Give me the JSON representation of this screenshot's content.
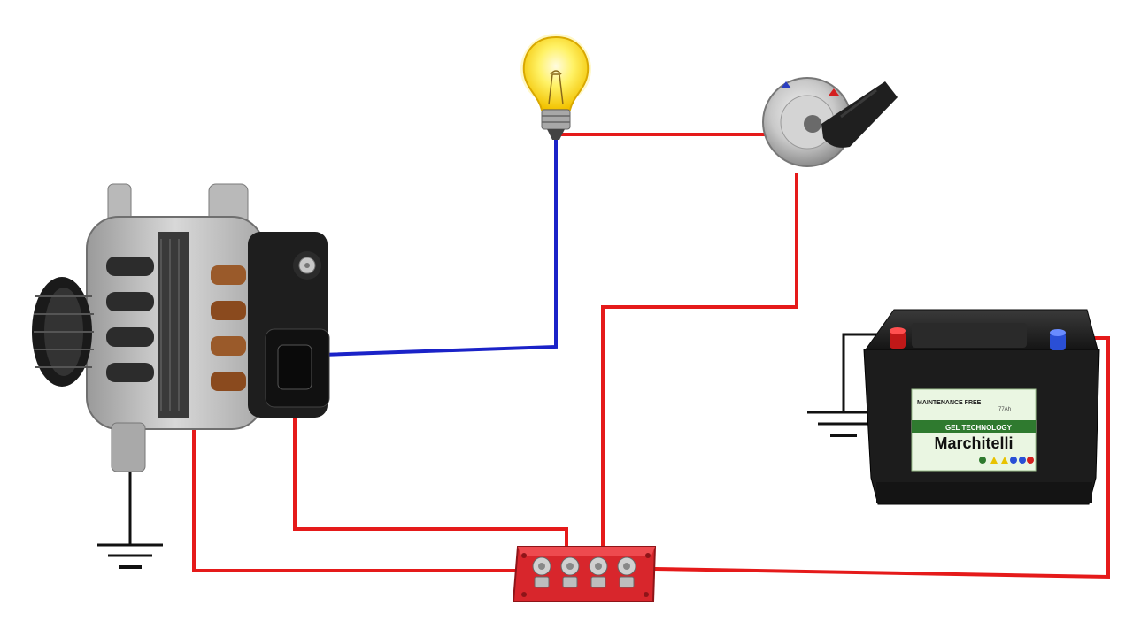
{
  "battery": {
    "maintenance_text": "MAINTENANCE FREE",
    "tech_text": "GEL TECHNOLOGY",
    "brand": "Marchitelli",
    "capacity_text": "77Ah"
  },
  "colors": {
    "wire_positive": "#e51a1a",
    "wire_signal": "#1a22c8",
    "wire_ground": "#111111",
    "bus_bar": "#d8262c",
    "bulb_glow": "#ffe94a",
    "battery_body": "#1c1c1c",
    "battery_label": "#e9f5e0",
    "battery_label_band": "#2f7a2f"
  },
  "components": [
    {
      "id": "alternator",
      "icon": "alternator-icon"
    },
    {
      "id": "warning-lamp",
      "icon": "light-bulb-icon"
    },
    {
      "id": "ignition-switch",
      "icon": "ignition-key-switch-icon"
    },
    {
      "id": "battery",
      "icon": "car-battery-icon"
    },
    {
      "id": "bus-bar",
      "icon": "terminal-bus-bar-icon"
    },
    {
      "id": "ground-alternator",
      "icon": "ground-symbol-icon"
    },
    {
      "id": "ground-battery",
      "icon": "ground-symbol-icon"
    }
  ]
}
